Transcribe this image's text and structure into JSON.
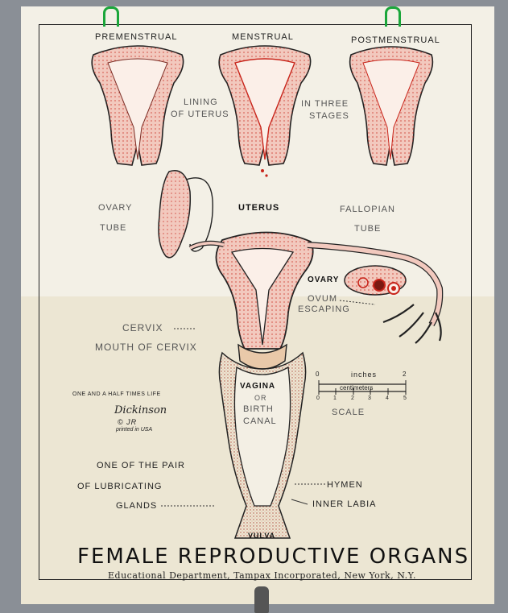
{
  "stage_labels": [
    "PREMENSTRUAL",
    "MENSTRUAL",
    "POSTMENSTRUAL"
  ],
  "lining_caption": {
    "line1": "LINING",
    "line2": "OF UTERUS",
    "line3": "IN THREE",
    "line4": "STAGES"
  },
  "labels": {
    "ovary_tube_1": "OVARY",
    "ovary_tube_2": "TUBE",
    "uterus": "UTERUS",
    "fallopian_1": "FALLOPIAN",
    "fallopian_2": "TUBE",
    "ovary": "OVARY",
    "ovum_1": "OVUM",
    "ovum_2": "ESCAPING",
    "cervix": "CERVIX",
    "mouth_of_cervix": "MOUTH OF CERVIX",
    "vagina": "VAGINA",
    "or": "OR",
    "birth": "BIRTH",
    "canal": "CANAL",
    "hymen": "HYMEN",
    "inner_labia": "INNER LABIA",
    "vulva": "VULVA",
    "glands_1": "ONE OF THE PAIR",
    "glands_2": "OF LUBRICATING",
    "glands_3": "GLANDS"
  },
  "scale": {
    "inches_label": "inches",
    "cm_label": "centimeters",
    "inch_ticks": [
      "0",
      "2"
    ],
    "cm_ticks": [
      "0",
      "1",
      "2",
      "3",
      "4",
      "5"
    ],
    "caption": "SCALE"
  },
  "signature_block": {
    "size_note": "ONE AND A HALF TIMES LIFE",
    "artist": "Dickinson",
    "copyright": "© JR",
    "printed": "printed in USA"
  },
  "title": "FEMALE REPRODUCTIVE ORGANS",
  "publisher": "Educational Department, Tampax Incorporated, New York, N.Y.",
  "colors": {
    "paper": "#f3f0e6",
    "tissue": "#f2c9be",
    "ink": "#1e1e1e",
    "red": "#c8241a",
    "hook": "#1aa63a"
  }
}
